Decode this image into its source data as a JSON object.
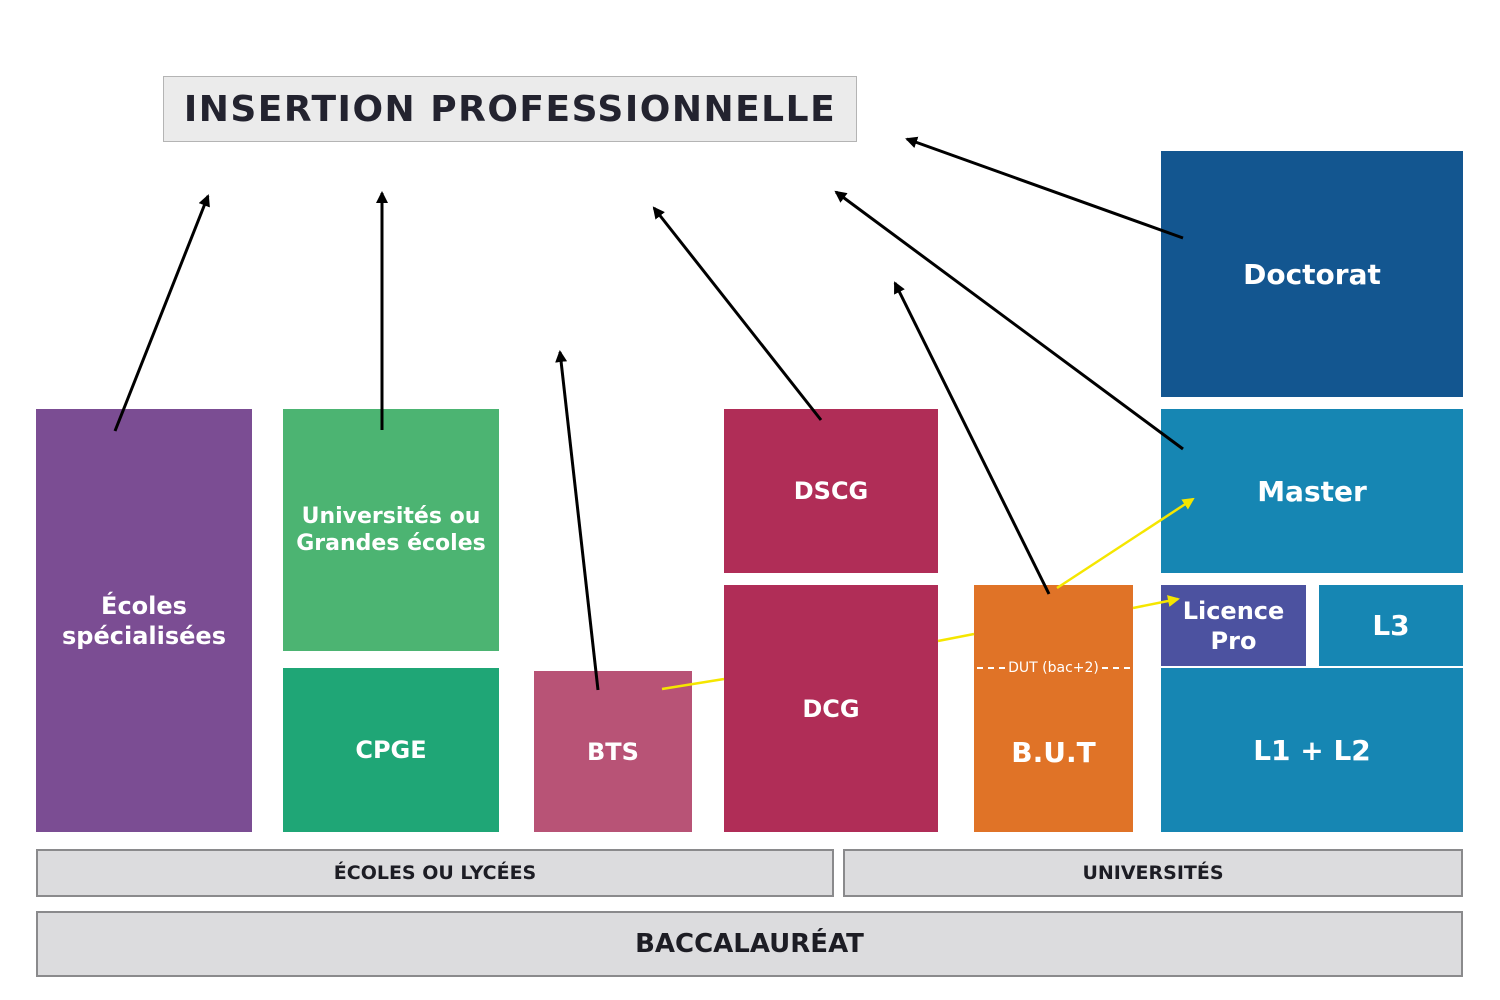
{
  "title": "INSERTION PROFESSIONNELLE",
  "blocks": {
    "ecoles": "Écoles spécialisées",
    "universites": "Universités ou Grandes écoles",
    "cpge": "CPGE",
    "bts": "BTS",
    "dscg": "DSCG",
    "dcg": "DCG",
    "but": "B.U.T",
    "dut": "DUT (bac+2)",
    "doctorat": "Doctorat",
    "master": "Master",
    "licence_pro": "Licence Pro",
    "l3": "L3",
    "l1l2": "L1 + L2"
  },
  "bars": {
    "ecoles_lycees": "ÉCOLES OU LYCÉES",
    "universites": "UNIVERSITÉS",
    "bac": "BACCALAURÉAT"
  },
  "colors": {
    "purple": "#7b4d93",
    "green": "#4cb472",
    "teal": "#1fa676",
    "pink": "#b85376",
    "crimson": "#b02d57",
    "orange": "#e07327",
    "navy": "#135690",
    "blue": "#1686b3",
    "indigo": "#4c52a0"
  }
}
